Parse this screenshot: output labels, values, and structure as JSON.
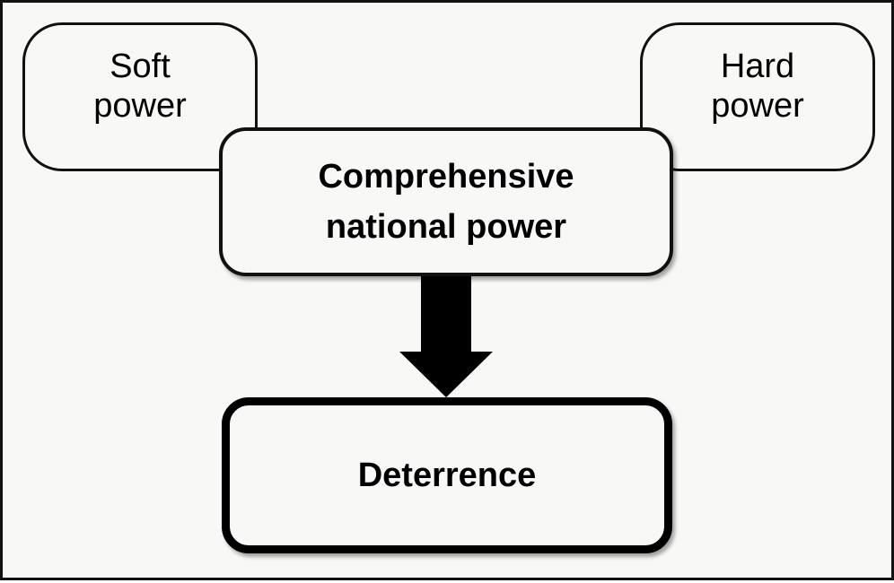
{
  "diagram": {
    "nodes": {
      "soft_power": {
        "label": "Soft\npower"
      },
      "hard_power": {
        "label": "Hard\npower"
      },
      "comprehensive_national_power": {
        "label": "Comprehensive\nnational power"
      },
      "deterrence": {
        "label": "Deterrence"
      }
    },
    "edges": [
      {
        "from": "comprehensive_national_power",
        "to": "deterrence",
        "style": "thick-arrow"
      }
    ],
    "colors": {
      "stroke": "#111111",
      "fill": "#f8f8f6",
      "arrow": "#000000"
    }
  }
}
